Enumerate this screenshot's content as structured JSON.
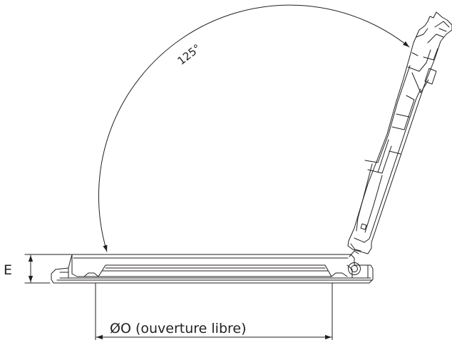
{
  "colors": {
    "line": "#231f20",
    "background": "#ffffff"
  },
  "annotations": {
    "angle": "125°",
    "thickness": "E",
    "opening": "ØO (ouverture libre)"
  }
}
